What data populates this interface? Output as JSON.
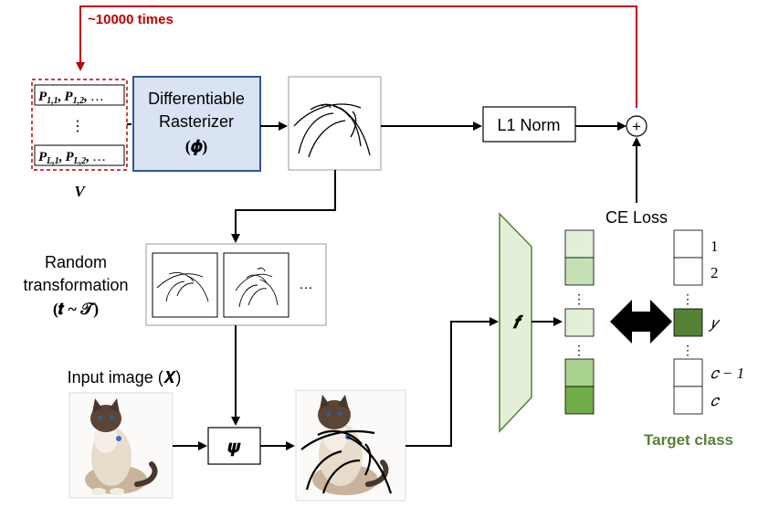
{
  "loop": {
    "label": "~10000 times",
    "color": "#c00000"
  },
  "params": {
    "row1_label": "P",
    "row1_sub1": "1,1",
    "row1_sub2": "1,2",
    "rowL_sub1": "L,1",
    "rowL_sub2": "L,2",
    "sep": ",",
    "ellipsis": "…",
    "vdots": "⋮",
    "caption": "V"
  },
  "rasterizer": {
    "line1": "Differentiable",
    "line2": "Rasterizer",
    "symbol": "(𝝓)",
    "fill": "#dae3f3",
    "stroke": "#2f5597"
  },
  "l1_norm": {
    "label": "L1 Norm"
  },
  "plus_symbol": "+",
  "ce_loss": {
    "label": "CE Loss"
  },
  "random_transform": {
    "line1": "Random",
    "line2": "transformation",
    "line3": "(𝒕 ~ 𝒯)",
    "ellipsis": "…"
  },
  "input_image": {
    "label": "Input image (𝑿)"
  },
  "psi": {
    "symbol": "𝝍"
  },
  "classifier": {
    "symbol": "𝒇",
    "fill": "#e2f0d9",
    "stroke": "#548235"
  },
  "output_vector": {
    "vdots": "⋮"
  },
  "target": {
    "labels": [
      "1",
      "2",
      "𝑦",
      "𝑐 − 1",
      "𝑐"
    ],
    "vdots": "⋮",
    "caption": "Target class",
    "color": "#548235"
  }
}
